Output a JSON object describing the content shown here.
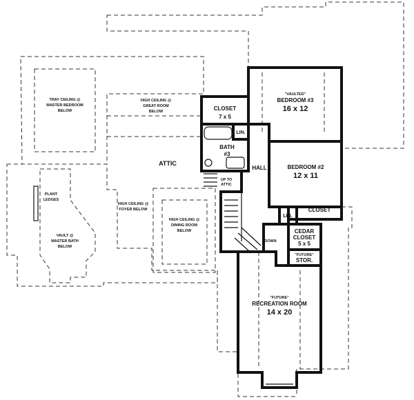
{
  "labels": {
    "tray_ceiling_1": "TRAY CEILING @",
    "tray_ceiling_2": "MASTER BEDROOM",
    "tray_ceiling_3": "BELOW",
    "plant_1": "PLANT",
    "plant_2": "LEDGES",
    "vault_1": "VAULT @",
    "vault_2": "MASTER BATH",
    "vault_3": "BELOW",
    "hc_great_1": "HIGH CEILING @",
    "hc_great_2": "GREAT ROOM",
    "hc_great_3": "BELOW",
    "attic": "ATTIC",
    "hc_foyer_1": "HIGH CEILING @",
    "hc_foyer_2": "FOYER BELOW",
    "hc_dining_1": "HIGH CEILING @",
    "hc_dining_2": "DINING ROOM",
    "hc_dining_3": "BELOW",
    "closet_top_name": "CLOSET",
    "closet_top_size": "7 x 5",
    "lin_top": "LIN.",
    "bath_name": "BATH",
    "bath_num": "#3",
    "hall": "HALL",
    "up_to_1": "UP TO",
    "up_to_2": "ATTIC",
    "bed3_note": "\"VAULTED\"",
    "bed3_name": "BEDROOM #3",
    "bed3_size": "16 x 12",
    "bed2_name": "BEDROOM #2",
    "bed2_size": "12 x 11",
    "closet_bed2": "CLOSET",
    "lin_lower": "LIN.",
    "cedar_1": "CEDAR",
    "cedar_2": "CLOSET",
    "cedar_size": "5 x 5",
    "down": "DOWN",
    "future_stor_note": "\"FUTURE\"",
    "future_stor_name": "STOR.",
    "rec_note": "\"FUTURE\"",
    "rec_name": "RECREATION ROOM",
    "rec_size": "14 x 20"
  }
}
